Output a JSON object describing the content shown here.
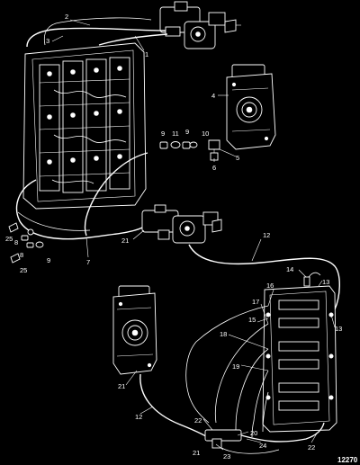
{
  "figure_id": "12270",
  "callouts": [
    {
      "id": "c1",
      "text": "1"
    },
    {
      "id": "c2",
      "text": "2"
    },
    {
      "id": "c3",
      "text": "3"
    },
    {
      "id": "c4",
      "text": "4"
    },
    {
      "id": "c5",
      "text": "5"
    },
    {
      "id": "c6",
      "text": "6"
    },
    {
      "id": "c7",
      "text": "7"
    },
    {
      "id": "c8a",
      "text": "8"
    },
    {
      "id": "c8b",
      "text": "8"
    },
    {
      "id": "c9a",
      "text": "9"
    },
    {
      "id": "c9b",
      "text": "9"
    },
    {
      "id": "c9c",
      "text": "9"
    },
    {
      "id": "c10",
      "text": "10"
    },
    {
      "id": "c11",
      "text": "11"
    },
    {
      "id": "c12a",
      "text": "12"
    },
    {
      "id": "c12b",
      "text": "12"
    },
    {
      "id": "c13a",
      "text": "13"
    },
    {
      "id": "c13b",
      "text": "13"
    },
    {
      "id": "c14",
      "text": "14"
    },
    {
      "id": "c15",
      "text": "15"
    },
    {
      "id": "c16",
      "text": "16"
    },
    {
      "id": "c17",
      "text": "17"
    },
    {
      "id": "c18",
      "text": "18"
    },
    {
      "id": "c19",
      "text": "19"
    },
    {
      "id": "c20",
      "text": "20"
    },
    {
      "id": "c21a",
      "text": "21"
    },
    {
      "id": "c21b",
      "text": "21"
    },
    {
      "id": "c21c",
      "text": "21"
    },
    {
      "id": "c22a",
      "text": "22"
    },
    {
      "id": "c22b",
      "text": "22"
    },
    {
      "id": "c23",
      "text": "23"
    },
    {
      "id": "c24",
      "text": "24"
    },
    {
      "id": "c25a",
      "text": "25"
    },
    {
      "id": "c25b",
      "text": "25"
    }
  ]
}
